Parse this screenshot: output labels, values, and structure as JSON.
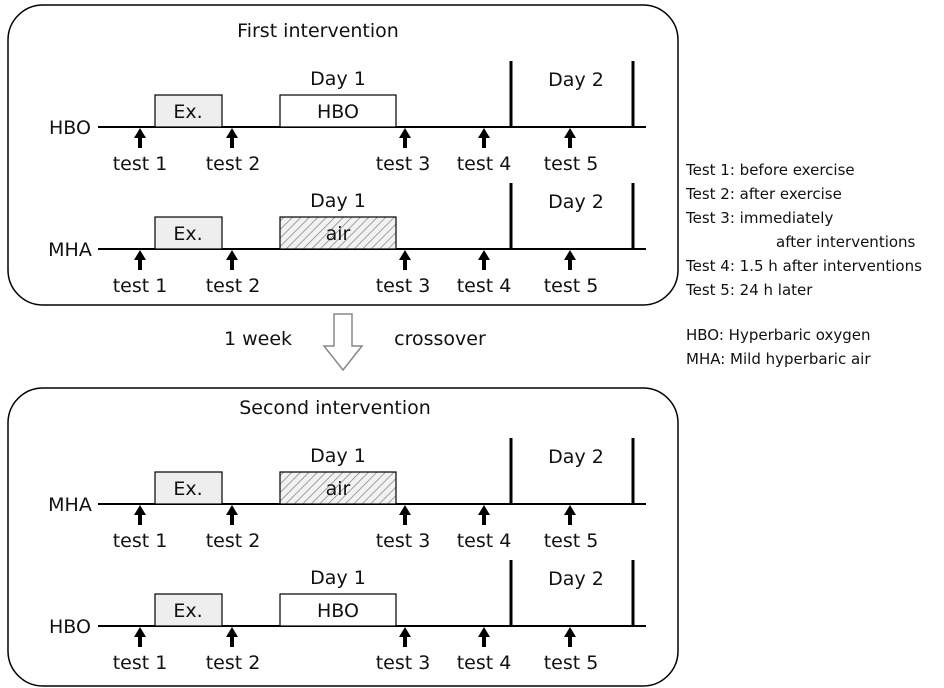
{
  "interventions": [
    {
      "title": "First intervention",
      "rows": [
        {
          "label": "HBO",
          "day1": "Day 1",
          "day2": "Day 2",
          "exercise": "Ex.",
          "treatment": "HBO",
          "hatched": false,
          "tests": [
            "test 1",
            "test 2",
            "test 3",
            "test 4",
            "test 5"
          ]
        },
        {
          "label": "MHA",
          "day1": "Day 1",
          "day2": "Day 2",
          "exercise": "Ex.",
          "treatment": "air",
          "hatched": true,
          "tests": [
            "test 1",
            "test 2",
            "test 3",
            "test 4",
            "test 5"
          ]
        }
      ]
    },
    {
      "title": "Second intervention",
      "rows": [
        {
          "label": "MHA",
          "day1": "Day 1",
          "day2": "Day 2",
          "exercise": "Ex.",
          "treatment": "air",
          "hatched": true,
          "tests": [
            "test 1",
            "test 2",
            "test 3",
            "test 4",
            "test 5"
          ]
        },
        {
          "label": "HBO",
          "day1": "Day 1",
          "day2": "Day 2",
          "exercise": "Ex.",
          "treatment": "HBO",
          "hatched": false,
          "tests": [
            "test 1",
            "test 2",
            "test 3",
            "test 4",
            "test 5"
          ]
        }
      ]
    }
  ],
  "transition": {
    "left": "1 week",
    "right": "crossover"
  },
  "legend": {
    "tests": [
      "Test 1: before exercise",
      "Test 2: after exercise",
      "Test 3: immediately",
      "after interventions",
      "Test 4: 1.5 h after interventions",
      "Test 5: 24 h later"
    ],
    "abbreviations": [
      "HBO: Hyperbaric oxygen",
      "MHA: Mild hyperbaric air"
    ]
  },
  "colors": {
    "line": "#000000",
    "box_fill": "#eeeeee",
    "hatch": "#888888",
    "arrow_fill": "#ffffff",
    "arrow_stroke": "#888888"
  }
}
